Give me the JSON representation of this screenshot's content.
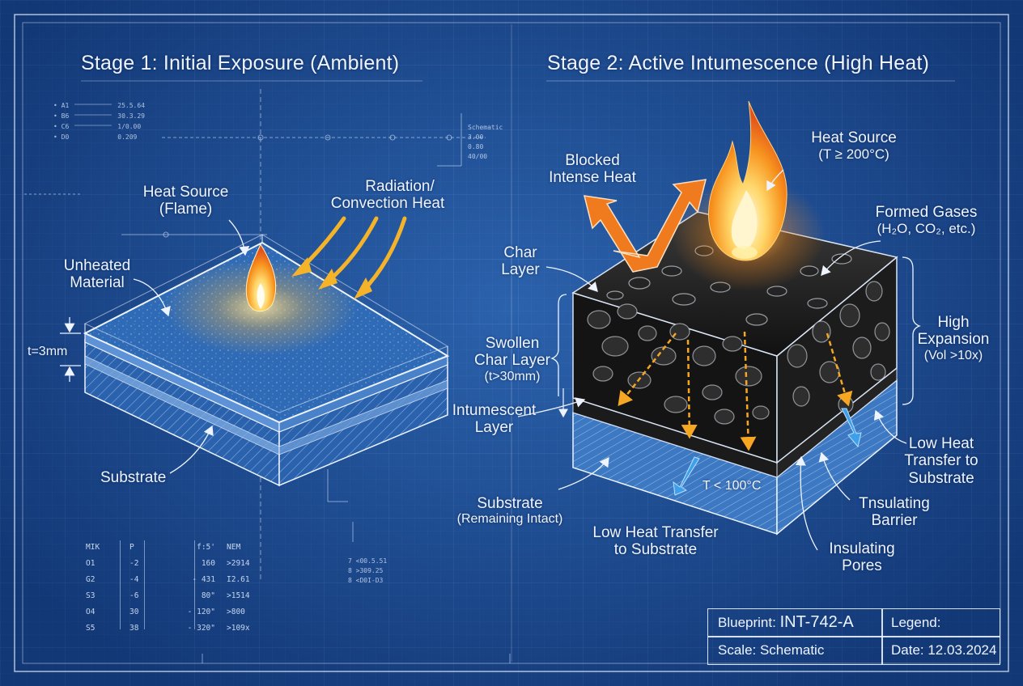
{
  "stage1": {
    "title": "Stage 1: Initial Exposure (Ambient)",
    "labels": {
      "heat_source": "Heat Source",
      "heat_source_sub": "(Flame)",
      "radiation_1": "Radiation/",
      "radiation_2": "Convection Heat",
      "unheated_1": "Unheated",
      "unheated_2": "Material",
      "thickness": "t=3mm",
      "substrate": "Substrate"
    }
  },
  "stage2": {
    "title": "Stage 2: Active Intumescence (High Heat)",
    "labels": {
      "blocked_1": "Blocked",
      "blocked_2": "Intense Heat",
      "heat_source_1": "Heat Source",
      "heat_source_2": "(T ≥ 200°C)",
      "gases_1": "Formed Gases",
      "gases_2": "(H₂O, CO₂, etc.)",
      "char_1": "Char",
      "char_2": "Layer",
      "swollen_1": "Swollen",
      "swollen_2": "Char Layer",
      "swollen_3": "(t>30mm)",
      "intumescent_1": "Intumescent",
      "intumescent_2": "Layer",
      "high_exp_1": "High",
      "high_exp_2": "Expansion",
      "high_exp_3": "(Vol >10x)",
      "low_ht_right_1": "Low Heat",
      "low_ht_right_2": "Transfer to",
      "low_ht_right_3": "Substrate",
      "substrate_1": "Substrate",
      "substrate_2": "(Remaining Intact)",
      "low_ht_bottom_1": "Low Heat Transfer",
      "low_ht_bottom_2": "to Substrate",
      "temp": "T < 100°C",
      "tnsulating_1": "Tnsulating",
      "tnsulating_2": "Barrier",
      "pores_1": "Insulating",
      "pores_2": "Pores"
    }
  },
  "annotations": {
    "top_left": [
      {
        "k": "A1",
        "v": "25.5.64"
      },
      {
        "k": "B6",
        "v": "30.3.29"
      },
      {
        "k": "C6",
        "v": "1/0.00"
      },
      {
        "k": "D0",
        "v": "0.209"
      }
    ],
    "schematic": [
      "Schematic",
      "3.00",
      "0.80",
      "40/00"
    ],
    "middle": [
      "7 <00.5.51",
      "8 >309.25",
      "8 <D0I-D3"
    ]
  },
  "data_table": {
    "headers": [
      "MIK",
      "P",
      "f:5'",
      "NEM"
    ],
    "rows": [
      [
        "O1",
        "-2",
        "160",
        ">2914"
      ],
      [
        "G2",
        "-4",
        "- 431",
        "I2.61"
      ],
      [
        "S3",
        "-6",
        "80\"",
        ">1514"
      ],
      [
        "O4",
        "30",
        "- 120\"",
        ">800"
      ],
      [
        "S5",
        "38",
        "- 320\"",
        ">109x"
      ]
    ]
  },
  "title_block": {
    "blueprint_label": "Blueprint:",
    "blueprint_id": "INT-742-A",
    "legend": "Legend:",
    "scale": "Scale: Schematic",
    "date": "Date: 12.03.2024"
  },
  "colors": {
    "background": "#1d5198",
    "line": "#e6f0ff",
    "heat_arrow": "#f5a623",
    "blocked_arrow": "#f07a1e",
    "cool_arrow": "#3ea0ea",
    "char": "#151515"
  }
}
